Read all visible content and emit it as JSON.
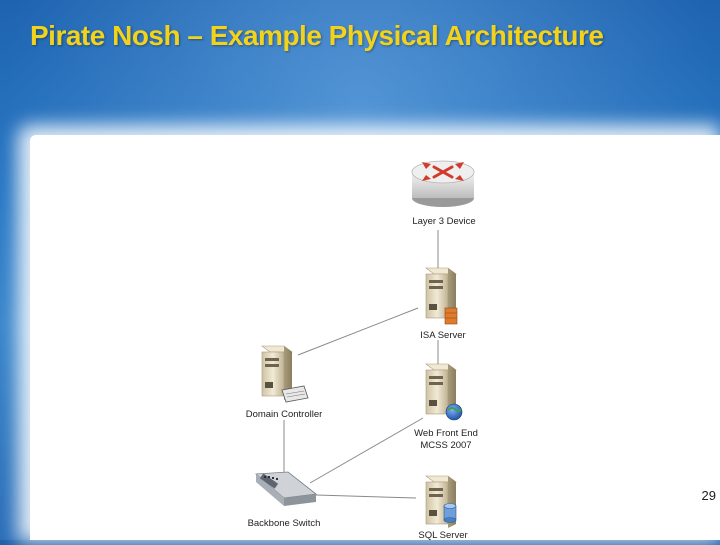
{
  "slide": {
    "title": "Pirate Nosh – Example Physical Architecture",
    "page_number": "29"
  },
  "diagram": {
    "nodes": [
      {
        "id": "router",
        "label": "Layer 3 Device",
        "icon": "router-icon"
      },
      {
        "id": "isa",
        "label": "ISA Server",
        "icon": "server-firewall-icon"
      },
      {
        "id": "dc",
        "label": "Domain Controller",
        "icon": "server-keyboard-icon"
      },
      {
        "id": "wfe",
        "label_lines": [
          "Web Front End",
          "MCSS 2007"
        ],
        "icon": "server-globe-icon"
      },
      {
        "id": "switch",
        "label": "Backbone Switch",
        "icon": "switch-icon"
      },
      {
        "id": "sql",
        "label": "SQL Server",
        "icon": "server-database-icon"
      }
    ],
    "connections": [
      [
        "router",
        "isa"
      ],
      [
        "isa",
        "dc"
      ],
      [
        "isa",
        "wfe"
      ],
      [
        "dc",
        "switch"
      ],
      [
        "wfe",
        "switch"
      ],
      [
        "switch",
        "sql"
      ]
    ]
  },
  "colors": {
    "title": "#f2d21b",
    "background": "#2a78c4",
    "router_red": "#d23a2a",
    "server_body": "#e6d9b8",
    "globe": "#2b5fb5",
    "database": "#3d72b8"
  }
}
